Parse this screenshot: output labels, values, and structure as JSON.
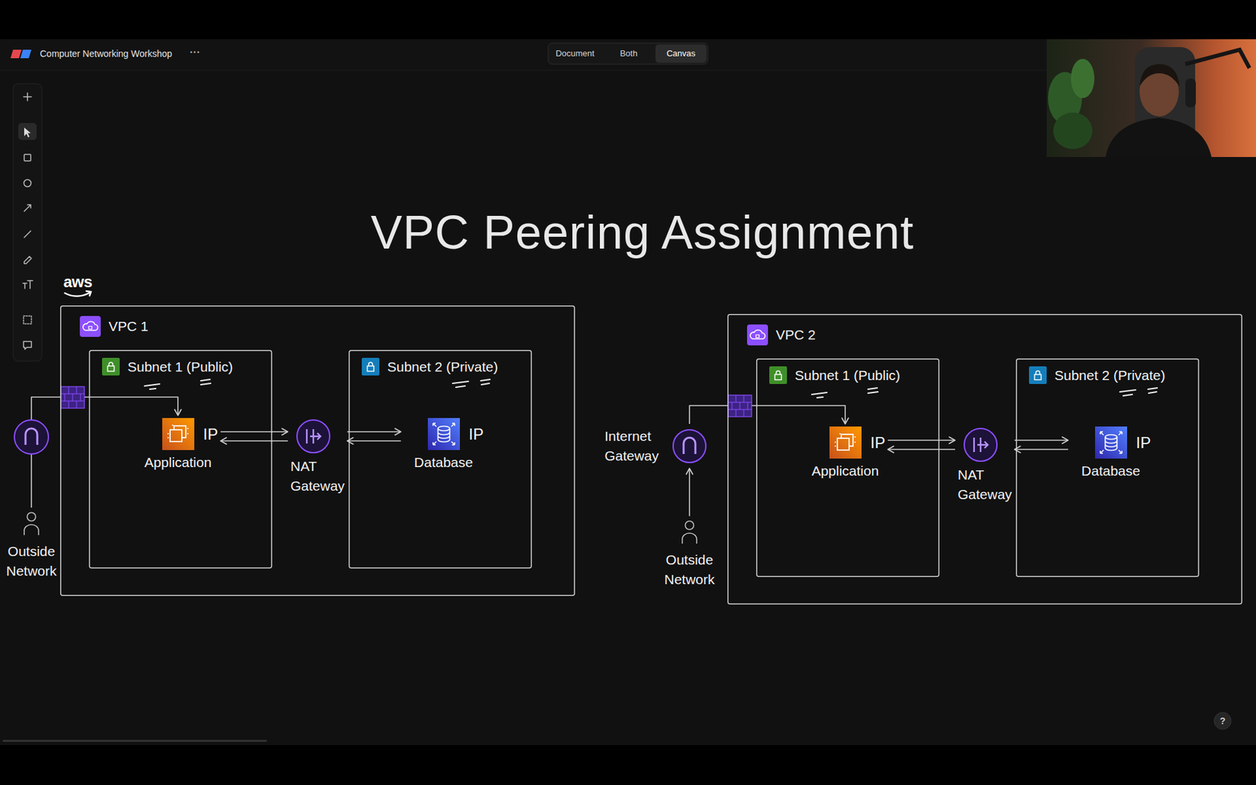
{
  "diagram": {
    "title": "VPC Peering Assignment",
    "nodes": [
      {
        "text": [
          "VPC 1"
        ]
      },
      {
        "text": [
          "Subnet 1 (Public)"
        ],
        "in": 0
      },
      {
        "text": [
          "Subnet 2 (Private)"
        ],
        "in": 0
      },
      {
        "text": [
          "Application",
          "IP"
        ],
        "in": 1
      },
      {
        "text": [
          "NAT Gateway"
        ],
        "in": 0
      },
      {
        "text": [
          "Database",
          "IP"
        ],
        "in": 2
      },
      {
        "text": [
          "Outside Network"
        ]
      },
      {
        "text": [
          "Internet Gateway"
        ]
      },
      {
        "text": [
          "Outside Network"
        ]
      },
      {
        "text": [
          "VPC 2"
        ]
      },
      {
        "text": [
          "Subnet 1 (Public)"
        ],
        "in": 9
      },
      {
        "text": [
          "Subnet 2 (Private)"
        ],
        "in": 9
      },
      {
        "text": [
          "Application",
          "IP"
        ],
        "in": 10
      },
      {
        "text": [
          "NAT Gateway"
        ],
        "in": 9
      },
      {
        "text": [
          "Database",
          "IP"
        ],
        "in": 11
      }
    ],
    "edges": [
      {
        "from": 6,
        "to": 3,
        "arrow": "to"
      },
      {
        "from": 3,
        "to": 4,
        "arrow": "to"
      },
      {
        "from": 4,
        "to": 3,
        "arrow": "to"
      },
      {
        "from": 4,
        "to": 5,
        "arrow": "to"
      },
      {
        "from": 5,
        "to": 4,
        "arrow": "to"
      },
      {
        "from": 8,
        "to": 7,
        "arrow": "to"
      },
      {
        "from": 7,
        "to": 12,
        "arrow": "to"
      },
      {
        "from": 12,
        "to": 13,
        "arrow": "to"
      },
      {
        "from": 13,
        "to": 12,
        "arrow": "to"
      },
      {
        "from": 13,
        "to": 14,
        "arrow": "to"
      },
      {
        "from": 14,
        "to": 13,
        "arrow": "to"
      }
    ],
    "labels": [
      "Computer Networking Workshop",
      "···",
      "Document",
      "Both",
      "Canvas",
      "aws",
      "?"
    ]
  }
}
